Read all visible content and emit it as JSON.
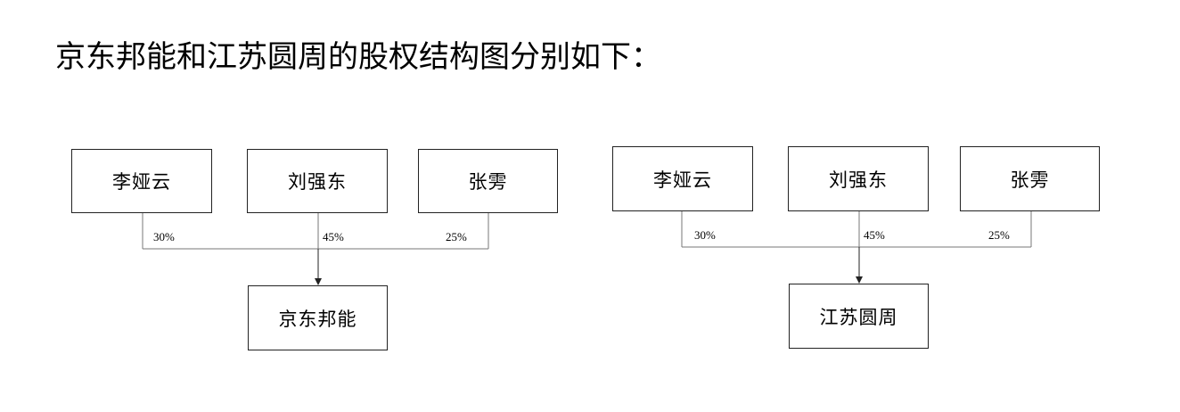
{
  "heading": "京东邦能和江苏圆周的股权结构图分别如下：",
  "diagrams": [
    {
      "shareholders": [
        {
          "name": "李娅云",
          "share": "30%"
        },
        {
          "name": "刘强东",
          "share": "45%"
        },
        {
          "name": "张雱",
          "share": "25%"
        }
      ],
      "company": "京东邦能"
    },
    {
      "shareholders": [
        {
          "name": "李娅云",
          "share": "30%"
        },
        {
          "name": "刘强东",
          "share": "45%"
        },
        {
          "name": "张雱",
          "share": "25%"
        }
      ],
      "company": "江苏圆周"
    }
  ]
}
